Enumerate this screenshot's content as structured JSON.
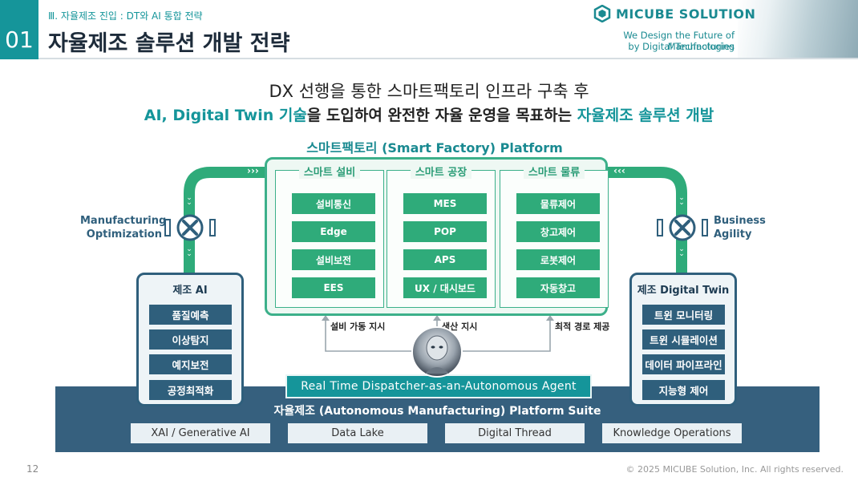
{
  "header": {
    "section_number": "01",
    "breadcrumb": "Ⅲ. 자율제조 진입 : DT와 AI 통합 전략",
    "title": "자율제조 솔루션 개발 전략",
    "logo_text": "MICUBE SOLUTION",
    "tagline_line1": "We Design the Future of Manufacturing",
    "tagline_line2": "by Digital Technologies"
  },
  "headline": {
    "line1": "DX 선행을 통한 스마트팩토리 인프라 구축 후",
    "line2_part1": "AI, Digital Twin 기술",
    "line2_part2": "을 도입하여 완전한 자율 운영을 목표하는 ",
    "line2_part3": "자율제조 솔루션 개발"
  },
  "platform": {
    "title": "스마트팩토리 (Smart Factory) Platform",
    "columns": [
      {
        "title": "스마트 설비",
        "items": [
          "설비통신",
          "Edge",
          "설비보전",
          "EES"
        ]
      },
      {
        "title": "스마트 공장",
        "items": [
          "MES",
          "POP",
          "APS",
          "UX / 대시보드"
        ]
      },
      {
        "title": "스마트 물류",
        "items": [
          "물류제어",
          "창고제어",
          "로봇제어",
          "자동창고"
        ]
      }
    ],
    "left_arrows": "›››",
    "right_arrows": "‹‹‹"
  },
  "left_panel": {
    "side_label_line1": "Manufacturing",
    "side_label_line2": "Optimization",
    "title": "제조 AI",
    "items": [
      "품질예측",
      "이상탐지",
      "예지보전",
      "공정최적화"
    ]
  },
  "right_panel": {
    "side_label_line1": "Business",
    "side_label_line2": "Agility",
    "title": "제조 Digital Twin",
    "items": [
      "트윈 모니터링",
      "트윈 시뮬레이션",
      "데이터 파이프라인",
      "지능형 제어"
    ]
  },
  "agent": {
    "label_left": "설비 가동 지시",
    "label_center": "생산 지시",
    "label_right": "최적 경로 제공",
    "dispatcher": "Real Time Dispatcher-as-an-Autonomous Agent"
  },
  "suite": {
    "title": "자율제조 (Autonomous Manufacturing) Platform Suite",
    "items": [
      "XAI / Generative AI",
      "Data Lake",
      "Digital Thread",
      "Knowledge Operations"
    ]
  },
  "footer": {
    "page_number": "12",
    "copyright": "© 2025 MICUBE Solution, Inc. All rights reserved."
  },
  "colors": {
    "teal": "#15959a",
    "green": "#2fab7a",
    "navy": "#2f5f7c"
  }
}
